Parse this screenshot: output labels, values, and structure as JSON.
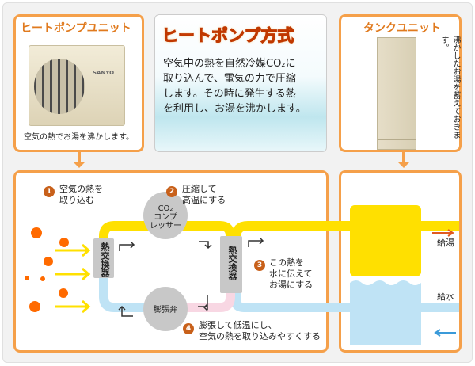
{
  "heat_pump_unit": {
    "title": "ヒートポンプユニット",
    "caption": "空気の熱でお湯を沸かします。",
    "brand": "SANYO"
  },
  "method": {
    "title": "ヒートポンプ方式",
    "description": "空気中の熱を自然冷媒CO₂に\n取り込んで、電気の力で圧縮\nします。その時に発生する熱\nを利用し、お湯を沸かします。"
  },
  "tank_unit": {
    "title": "タンクユニット",
    "caption": "沸かしたお湯を蓄えておきます。"
  },
  "cycle": {
    "steps": [
      {
        "num": "1",
        "text": "空気の熱を\n取り込む"
      },
      {
        "num": "2",
        "text": "圧縮して\n高温にする"
      },
      {
        "num": "3",
        "text": "この熱を\n水に伝えて\nお湯にする"
      },
      {
        "num": "4",
        "text": "膨張して低温にし、\n空気の熱を取り込みやすくする"
      }
    ],
    "heat_exchanger": "熱交換器",
    "compressor": [
      "CO₂",
      "コンプ",
      "レッサー"
    ],
    "expansion_valve": "膨張弁",
    "hot_water_out": "給湯",
    "water_in": "給水"
  },
  "colors": {
    "orange": "#f5a04a",
    "hot": "#ffe000",
    "cold": "#bfe3f5",
    "badge": "#c8601a"
  }
}
